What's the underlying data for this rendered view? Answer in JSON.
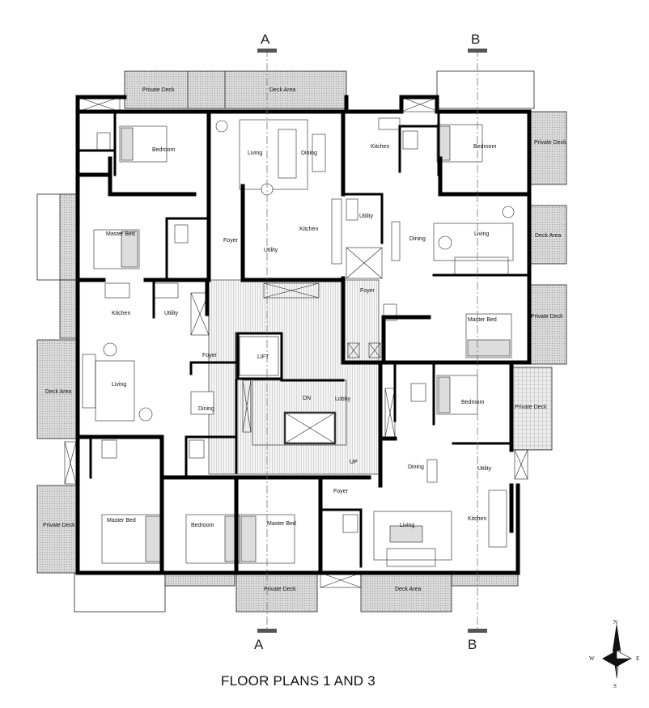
{
  "title": "FLOOR PLANS 1 AND 3",
  "section_markers": {
    "a": "A",
    "b": "B"
  },
  "compass": {
    "n": "N",
    "s": "S",
    "e": "E",
    "w": "W"
  },
  "rooms": {
    "private_deck_top": "Private Deck",
    "deck_area_top": "Deck Area",
    "bedroom_nw": "Bedroom",
    "living_n": "Living",
    "dining_n": "Dining",
    "kitchen_ne": "Kitchen",
    "bedroom_ne": "Bedroom",
    "private_deck_ne": "Private Deck",
    "master_bed_nw": "Master Bed",
    "foyer_nw": "Foyer",
    "utility_n": "Utility",
    "kitchen_n": "Kitchen",
    "utility_ne": "Utility",
    "dining_ne": "Dining",
    "living_ne": "Living",
    "deck_area_e": "Deck Area",
    "kitchen_w": "Kitchen",
    "utility_w": "Utility",
    "foyer_e": "Foyer",
    "master_bed_e": "Master Bed",
    "private_deck_e": "Private Deck",
    "lift": "LIFT",
    "foyer_w": "Foyer",
    "living_w": "Living",
    "deck_area_w": "Deck Area",
    "dn": "DN",
    "lobby": "Lobby",
    "dining_w": "Dining",
    "bedroom_se": "Bedroom",
    "private_deck_se": "Private Deck",
    "up": "UP",
    "dining_se": "Dining",
    "utility_se": "Utility",
    "foyer_s": "Foyer",
    "private_deck_w": "Private Deck",
    "master_bed_sw": "Master Bed",
    "bedroom_s": "Bedroom",
    "master_bed_s": "Master Bed",
    "kitchen_se": "Kitchen",
    "living_se": "Living",
    "private_deck_bottom": "Private Deck",
    "deck_area_bottom": "Deck Area"
  }
}
